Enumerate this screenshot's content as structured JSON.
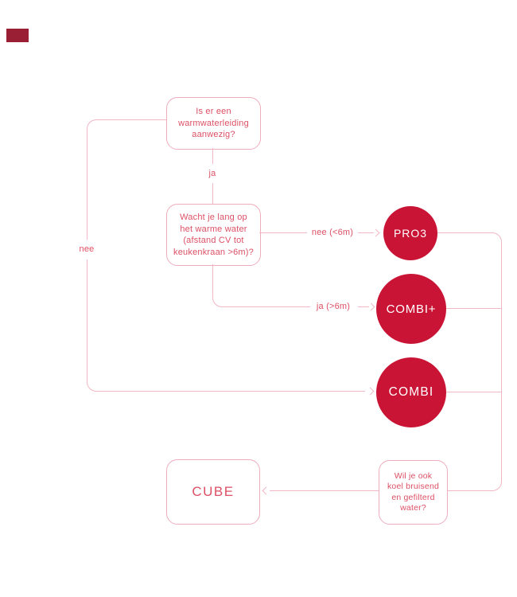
{
  "diagram": {
    "title_hidden": "",
    "q1": {
      "line1": "Is er een",
      "line2": "warmwaterleiding",
      "line3": "aanwezig?"
    },
    "q2": {
      "line1": "Wacht je lang op",
      "line2": "het warme water",
      "line3": "(afstand CV tot",
      "line4": "keukenkraan >6m)?"
    },
    "q3": {
      "line1": "Wil je ook",
      "line2": "koel bruisend",
      "line3": "en gefilterd",
      "line4": "water?"
    },
    "edges": {
      "ja": "ja",
      "nee": "nee",
      "nee_6m": "nee (<6m)",
      "ja_6m": "ja (>6m)"
    },
    "products": {
      "pro3": "PRO3",
      "combiplus": "COMBI+",
      "combi": "COMBI",
      "cube": "CUBE"
    }
  },
  "colors": {
    "circle_red": "#c91435",
    "connector_pink": "#f2b7c4",
    "box_border_pink": "#eeadbd",
    "text_red": "#dd5065",
    "logo_dark_red": "#9a1f35",
    "background": "#ffffff"
  }
}
